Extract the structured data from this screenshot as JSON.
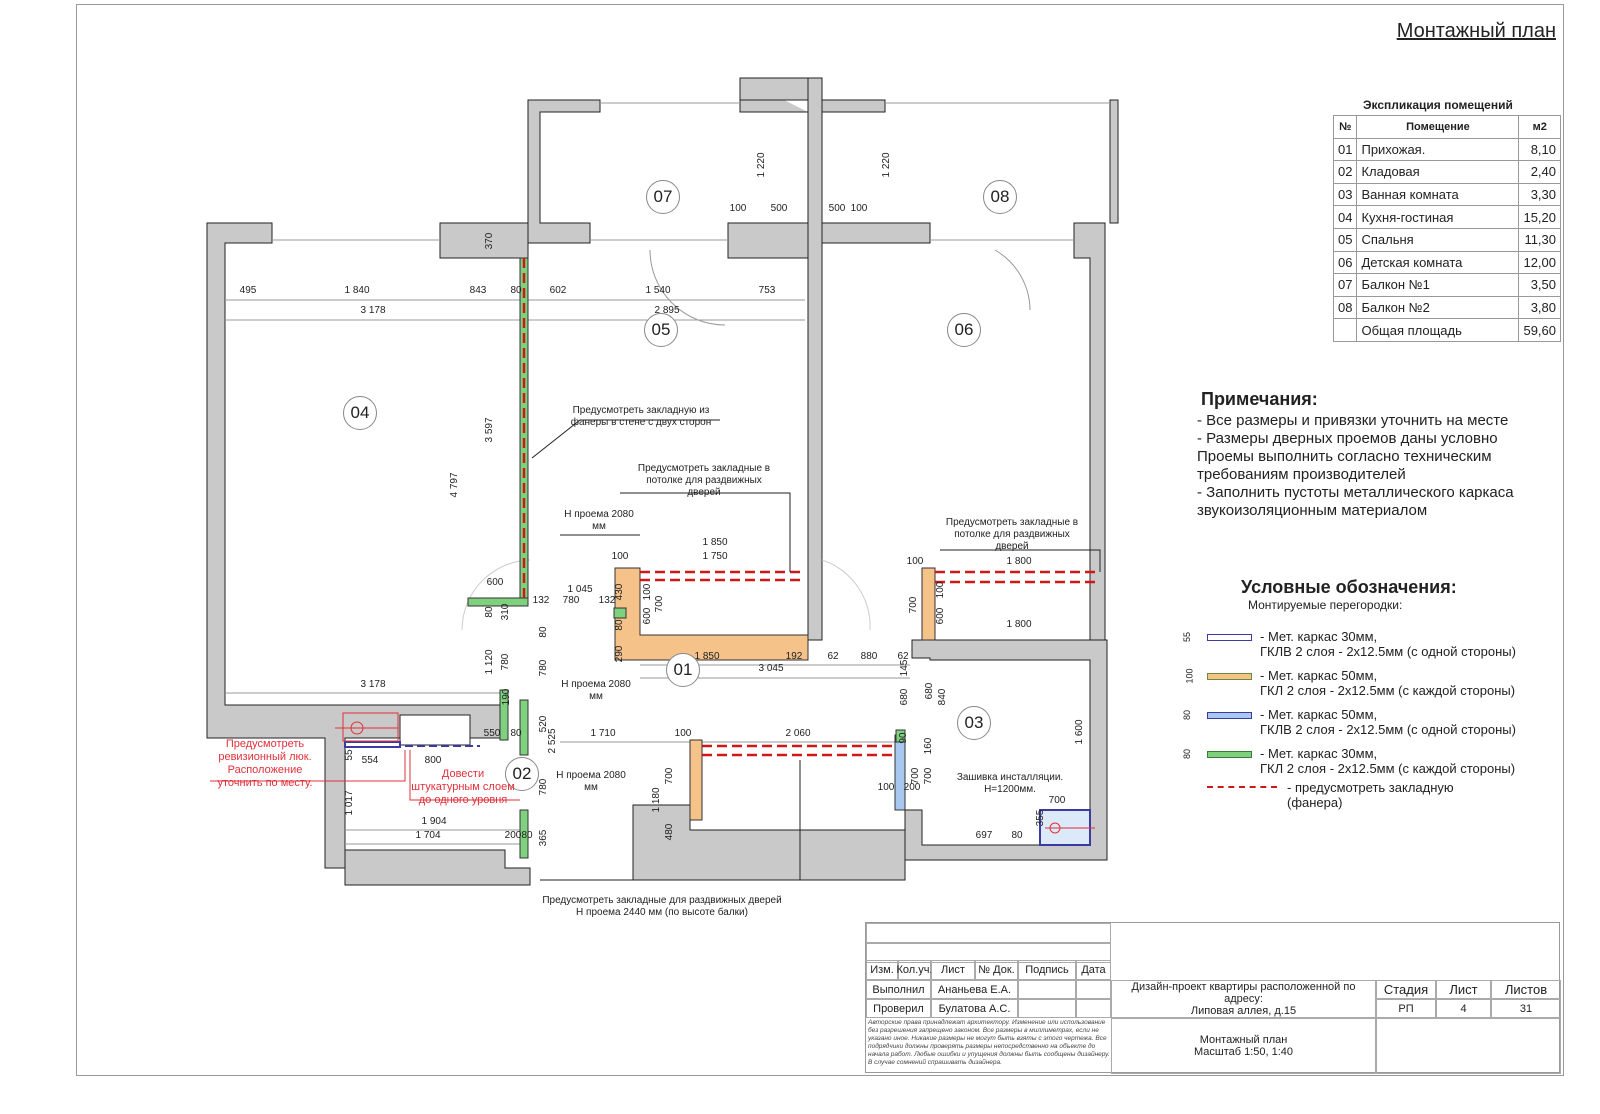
{
  "sheet_title": "Монтажный план",
  "explication": {
    "title": "Экспликация помещений",
    "headers": [
      "№",
      "Помещение",
      "м2"
    ],
    "rows": [
      [
        "01",
        "Прихожая.",
        "8,10"
      ],
      [
        "02",
        "Кладовая",
        "2,40"
      ],
      [
        "03",
        "Ванная комната",
        "3,30"
      ],
      [
        "04",
        "Кухня-гостиная",
        "15,20"
      ],
      [
        "05",
        "Спальня",
        "11,30"
      ],
      [
        "06",
        "Детская комната",
        "12,00"
      ],
      [
        "07",
        "Балкон №1",
        "3,50"
      ],
      [
        "08",
        "Балкон №2",
        "3,80"
      ],
      [
        "",
        "Общая площадь",
        "59,60"
      ]
    ]
  },
  "notes": {
    "title": "Примечания:",
    "lines": [
      "- Все размеры и привязки уточнить на месте",
      "- Размеры дверных проемов даны условно",
      "Проемы выполнить согласно техническим",
      "требованиям производителей",
      "- Заполнить пустоты металлического каркаса",
      "звукоизоляционным материалом"
    ]
  },
  "legend": {
    "title": "Условные обозначения:",
    "subtitle": "Монтируемые перегородки:",
    "items": [
      {
        "dim": "55",
        "l1": "- Мет. каркас 30мм,",
        "l2": "ГКЛВ 2 слоя - 2x12.5мм (с одной стороны)",
        "fill": "#ffffff",
        "stroke": "#3a3aa0"
      },
      {
        "dim": "100",
        "l1": "- Мет. каркас 50мм,",
        "l2": "ГКЛ 2 слоя - 2x12.5мм (с каждой стороны)",
        "fill": "#f5c28a",
        "stroke": "#6a8a3a"
      },
      {
        "dim": "80",
        "l1": "- Мет. каркас 50мм,",
        "l2": "ГКЛВ 2 слоя - 2x12.5мм (с одной стороны)",
        "fill": "#a8c8f0",
        "stroke": "#3a3aa0"
      },
      {
        "dim": "80",
        "l1": "- Мет. каркас 30мм,",
        "l2": "ГКЛ 2 слоя - 2x12.5мм (с каждой стороны)",
        "fill": "#7fd07f",
        "stroke": "#3a7a3a"
      }
    ],
    "embed_l1": "- предусмотреть закладную",
    "embed_l2": "(фанера)"
  },
  "rooms": [
    "07",
    "08",
    "05",
    "06",
    "04",
    "01",
    "03",
    "02"
  ],
  "annotations": {
    "a1": [
      "Предусмотреть закладную из",
      "фанеры в стене с двух сторон"
    ],
    "a2": [
      "Предусмотреть закладные в",
      "потолке для раздвижных",
      "дверей"
    ],
    "a3": [
      "Предусмотреть закладные в",
      "потолке для раздвижных",
      "дверей"
    ],
    "h1": [
      "Н проема 2080",
      "мм"
    ],
    "h2": [
      "Н проема 2080",
      "мм"
    ],
    "h3": [
      "Н проема 2080",
      "мм"
    ],
    "inst": [
      "Зашивка инсталляции.",
      "Н=1200мм."
    ],
    "hatch": [
      "Предусмотреть",
      "ревизионный люк.",
      "Расположение",
      "уточнить по месту."
    ],
    "plaster": [
      "Довести",
      "штукатурным слоем",
      "до одного уровня"
    ],
    "bottom": [
      "Предусмотреть закладные для раздвижных дверей",
      "Н проема 2440 мм (по высоте балки)"
    ]
  },
  "dims": [
    "495",
    "1 840",
    "843",
    "80",
    "602",
    "1 540",
    "753",
    "3 178",
    "2 895",
    "370",
    "1 220",
    "1 220",
    "100",
    "500",
    "500",
    "100",
    "3 597",
    "4 797",
    "1 850",
    "100",
    "1 750",
    "1 800",
    "100",
    "600",
    "1 045",
    "132",
    "780",
    "132",
    "430",
    "100",
    "600",
    "700",
    "80",
    "290",
    "80",
    "310",
    "80",
    "700",
    "600",
    "100",
    "1 800",
    "1 850",
    "192",
    "62",
    "880",
    "62",
    "3 045",
    "145",
    "1 120",
    "780",
    "780",
    "3 178",
    "190",
    "680",
    "680",
    "840",
    "520",
    "2 525",
    "550",
    "80",
    "1 710",
    "100",
    "2 060",
    "1 600",
    "90",
    "160",
    "700",
    "55",
    "554",
    "800",
    "700",
    "700",
    "100",
    "200",
    "780",
    "1 017",
    "1 904",
    "1 704",
    "200",
    "80",
    "365",
    "1 180",
    "480",
    "700",
    "355",
    "697",
    "80"
  ],
  "title_block": {
    "headers": [
      "Изм.",
      "Кол.уч.",
      "Лист",
      "№ Док.",
      "Подпись",
      "Дата"
    ],
    "done_label": "Выполнил",
    "done_name": "Ананьева Е.А.",
    "check_label": "Проверил",
    "check_name": "Булатова А.С.",
    "project": [
      "Дизайн-проект квартиры расположенной по адресу:",
      "Липовая аллея, д.15"
    ],
    "stage_h": "Стадия",
    "sheet_h": "Лист",
    "sheets_h": "Листов",
    "stage": "РП",
    "sheet": "4",
    "sheets": "31",
    "drawing": [
      "Монтажный план",
      "Масштаб   1:50, 1:40"
    ],
    "copyright": "Авторские права принадлежат архитектору. Изменение или использование без разрешения запрещено законом. Все размеры в миллиметрах, если не указано иное. Никакие размеры не могут быть взяты с этого чертежа. Все подрядчики должны проверять размеры непосредственно на объекте до начала работ. Любые ошибки и упущения должны быть сообщены дизайнеру. В случае сомнений спрашивать дизайнера."
  }
}
